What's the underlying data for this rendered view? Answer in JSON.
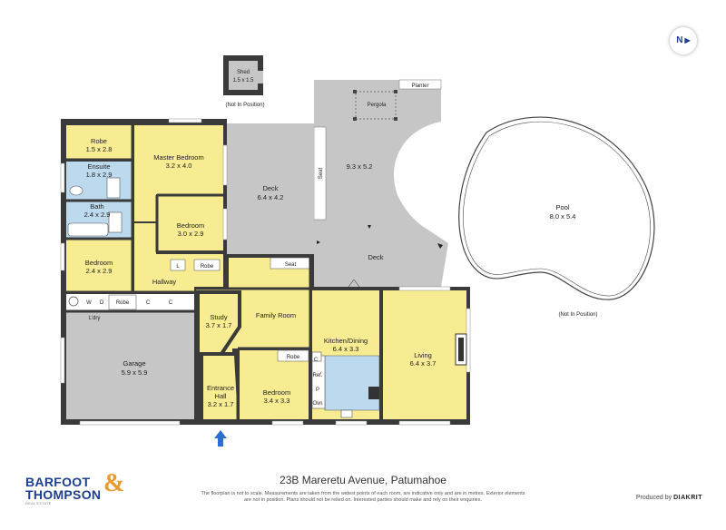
{
  "address": "23B Mareretu Avenue, Patumahoe",
  "disclaimer": "The floorplan is not to scale. Measurements are taken from the widest points of each room, are indicative only and are in metres. Exterior elements are not in position. Plans should not be relied on. Interested parties should make and rely on their enquiries.",
  "brand": {
    "line1": "BARFOOT",
    "line2": "THOMPSON",
    "amp": "&",
    "tagline": "REAL ESTATE"
  },
  "produced_by": {
    "prefix": "Produced by",
    "name": "DIAKRIT"
  },
  "compass": {
    "label": "N",
    "arrow": "▶"
  },
  "colors": {
    "yellow": "#f8ec93",
    "grey": "#c6c6c6",
    "blue": "#bcd9ee",
    "wall": "#3a3a3a"
  },
  "rooms": {
    "shed": {
      "name": "Shed",
      "dims": "1.5 x 1.5",
      "note": "(Not In Position)"
    },
    "planter": {
      "name": "Planter"
    },
    "pergola": {
      "name": "Pergola"
    },
    "outdoor": {
      "dims": "9.3 x 5.2"
    },
    "seat_vertical": {
      "name": "Seat"
    },
    "deck_upper": {
      "name": "Deck",
      "dims": "6.4 x 4.2"
    },
    "deck_lower": {
      "name": "Deck"
    },
    "pool": {
      "name": "Pool",
      "dims": "8.0 x 5.4",
      "note": "(Not In Position)"
    },
    "robe_master": {
      "name": "Robe",
      "dims": "1.5 x 2.8"
    },
    "master": {
      "name": "Master Bedroom",
      "dims": "3.2 x 4.0"
    },
    "ensuite": {
      "name": "Ensuite",
      "dims": "1.8 x 2.9"
    },
    "bath": {
      "name": "Bath",
      "dims": "2.4 x 2.9"
    },
    "bedroom2": {
      "name": "Bedroom",
      "dims": "3.0 x 2.9"
    },
    "bedroom3": {
      "name": "Bedroom",
      "dims": "2.4 x 2.9"
    },
    "hallway": {
      "name": "Hallway",
      "l": "L",
      "robe": "Robe"
    },
    "seat_family": {
      "name": "Seat"
    },
    "laundry": {
      "name": "L'dry",
      "w": "W",
      "d": "D",
      "robe": "Robe",
      "c1": "C",
      "c2": "C"
    },
    "family": {
      "name": "Family Room"
    },
    "study": {
      "name": "Study",
      "dims": "3.7 x 1.7"
    },
    "kitchen": {
      "name": "Kitchen/Dining",
      "dims": "6.4 x 3.3",
      "c": "C",
      "ref": "Ref.",
      "p": "P",
      "ovn": "Ovn"
    },
    "living": {
      "name": "Living",
      "dims": "6.4 x 3.7"
    },
    "garage": {
      "name": "Garage",
      "dims": "5.9 x 5.9"
    },
    "entrance": {
      "name": "Entrance",
      "name2": "Hall",
      "dims": "3.2 x 1.7"
    },
    "bedroom4": {
      "name": "Bedroom",
      "dims": "3.4 x 3.3",
      "robe": "Robe"
    }
  }
}
